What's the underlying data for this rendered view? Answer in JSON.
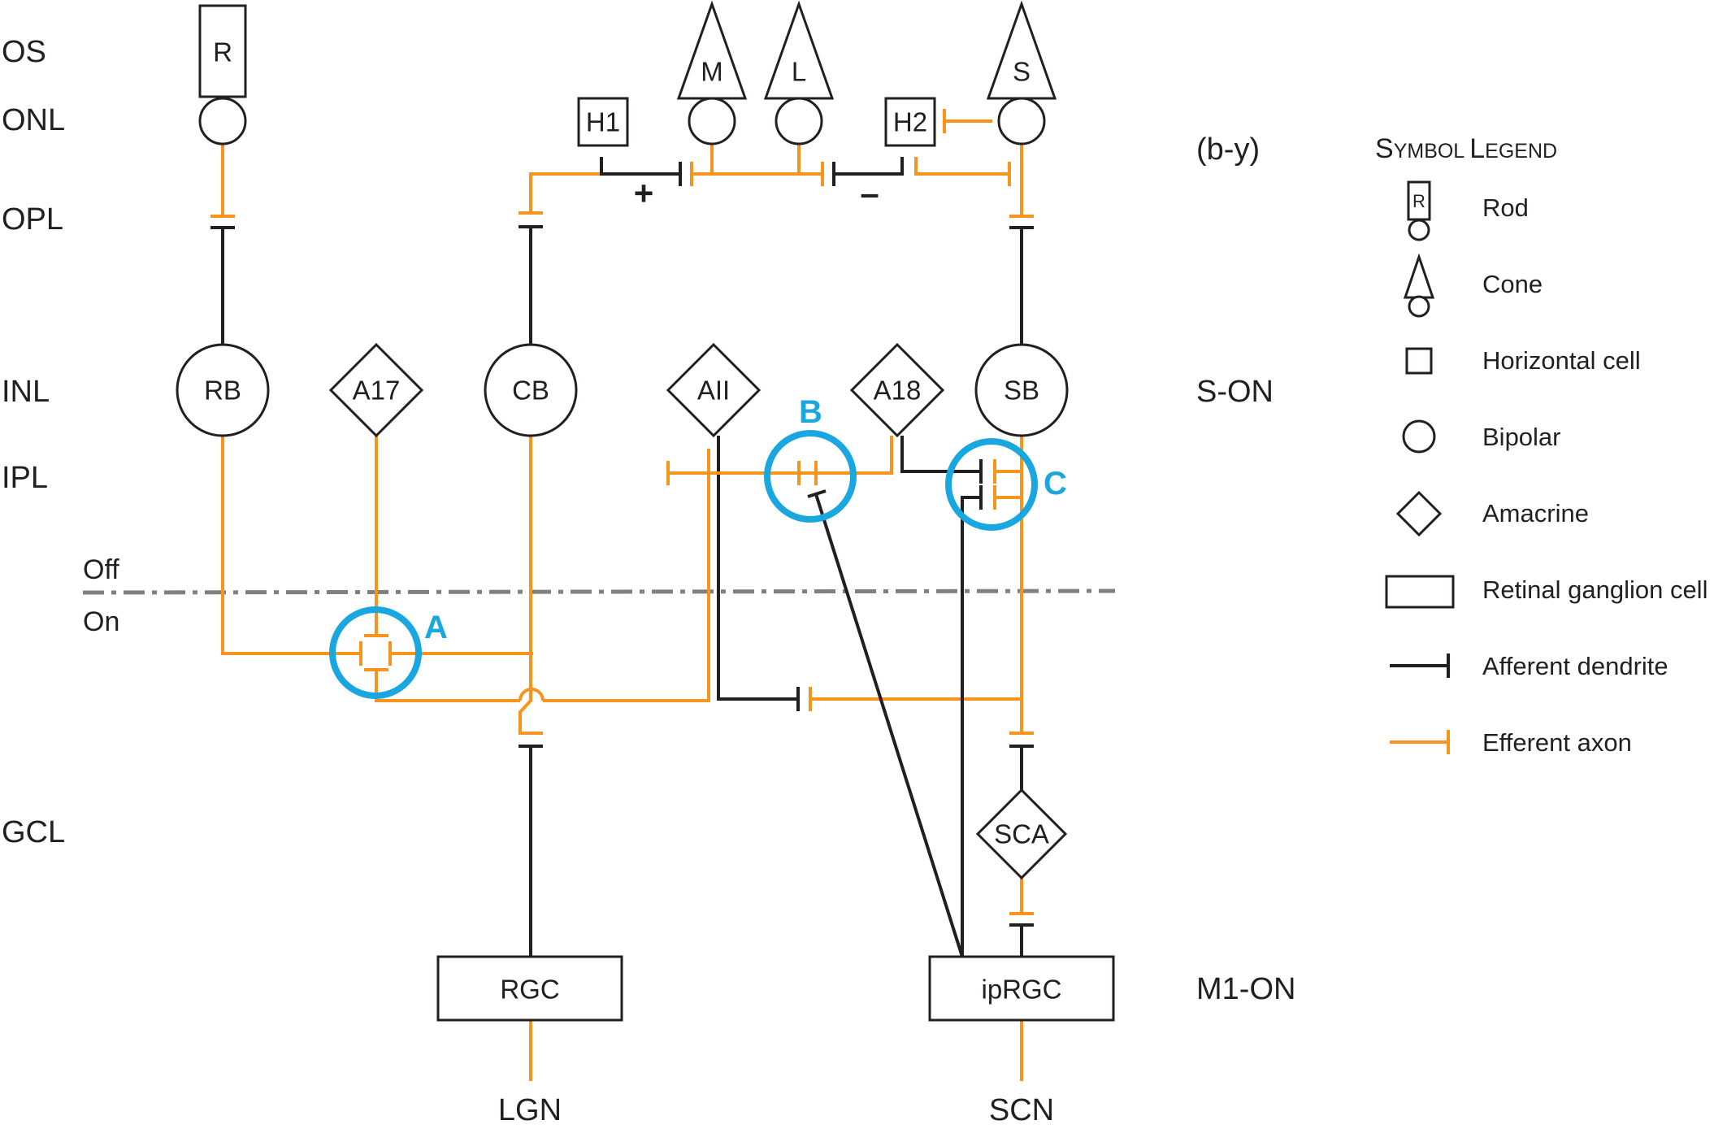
{
  "layers": {
    "os": "OS",
    "onl": "ONL",
    "opl": "OPL",
    "inl": "INL",
    "ipl": "IPL",
    "off": "Off",
    "on": "On",
    "gcl": "GCL"
  },
  "cells": {
    "rod": "R",
    "cone_m": "M",
    "cone_l": "L",
    "cone_s": "S",
    "h1": "H1",
    "h2": "H2",
    "rb": "RB",
    "a17": "A17",
    "cb": "CB",
    "aii": "AII",
    "a18": "A18",
    "sb": "SB",
    "sca": "SCA",
    "rgc": "RGC",
    "iprgc": "ipRGC"
  },
  "signs": {
    "plus": "+",
    "minus": "–"
  },
  "outputs": {
    "lgn": "LGN",
    "scn": "SCN"
  },
  "side_labels": {
    "by": "(b-y)",
    "son": "S-ON",
    "m1on": "M1-ON"
  },
  "highlights": {
    "a": "A",
    "b": "B",
    "c": "C"
  },
  "legend": {
    "title_first": "S",
    "title_rest1": "YMBOL ",
    "title_l": "L",
    "title_rest2": "EGEND",
    "rod_symbol": "R",
    "items": [
      "Rod",
      "Cone",
      "Horizontal cell",
      "Bipolar",
      "Amacrine",
      "Retinal ganglion cell",
      "Afferent dendrite",
      "Efferent axon"
    ]
  },
  "colors": {
    "efferent": "#f7941d",
    "afferent": "#231f20",
    "highlight": "#1aa7e0",
    "divider": "#808080"
  }
}
